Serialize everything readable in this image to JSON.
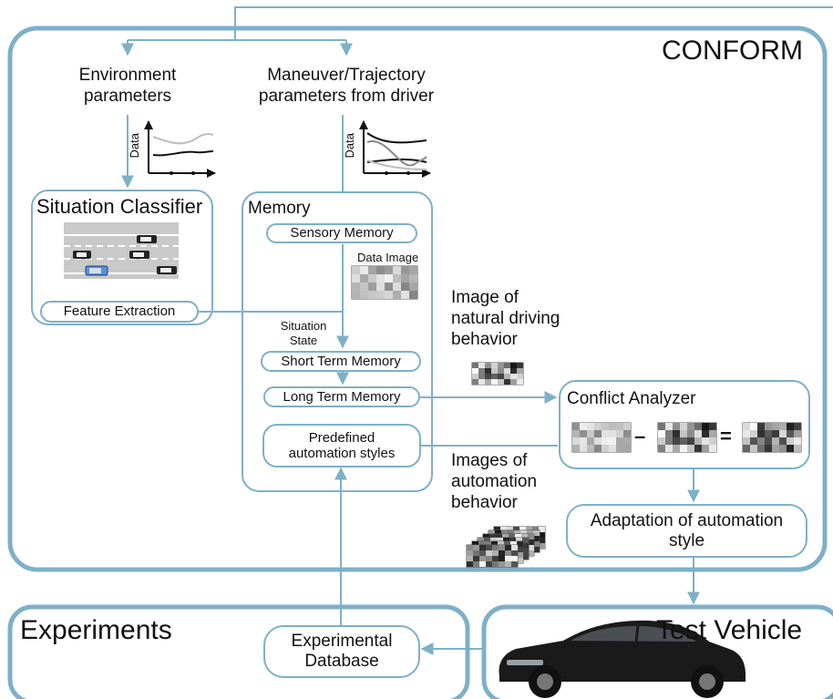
{
  "conform": {
    "title": "CONFORM"
  },
  "environment": {
    "label_line1": "Environment",
    "label_line2": "parameters"
  },
  "maneuver": {
    "label_line1": "Maneuver/Trajectory",
    "label_line2": "parameters from driver"
  },
  "data_axis_label": "Data",
  "situation_classifier": {
    "title": "Situation Classifier",
    "feature_extraction": "Feature Extraction"
  },
  "memory": {
    "title": "Memory",
    "sensory_memory": "Sensory Memory",
    "data_image": "Data Image",
    "situation_state_line1": "Situation",
    "situation_state_line2": "State",
    "short_term_memory": "Short Term Memory",
    "long_term_memory": "Long Term Memory",
    "predefined_line1": "Predefined",
    "predefined_line2": "automation styles"
  },
  "natural_image": {
    "line1": "Image of",
    "line2": "natural driving",
    "line3": "behavior"
  },
  "automation_images": {
    "line1": "Images of",
    "line2": "automation",
    "line3": "behavior"
  },
  "conflict_analyzer": {
    "title": "Conflict Analyzer",
    "minus": "–",
    "equals": "="
  },
  "adaptation": {
    "line1": "Adaptation of automation",
    "line2": "style"
  },
  "experiments": {
    "title": "Experiments",
    "database_line1": "Experimental",
    "database_line2": "Database"
  },
  "test_vehicle": {
    "title": "Test Vehicle"
  },
  "colors": {
    "accent": "#7eb0c8",
    "road": "#c9c9c9",
    "blue_car": "#5b8fd6",
    "car_body": "#1a1a1a"
  },
  "icons": [
    "car-icon",
    "road-scene",
    "data-plot",
    "pixel-image"
  ]
}
